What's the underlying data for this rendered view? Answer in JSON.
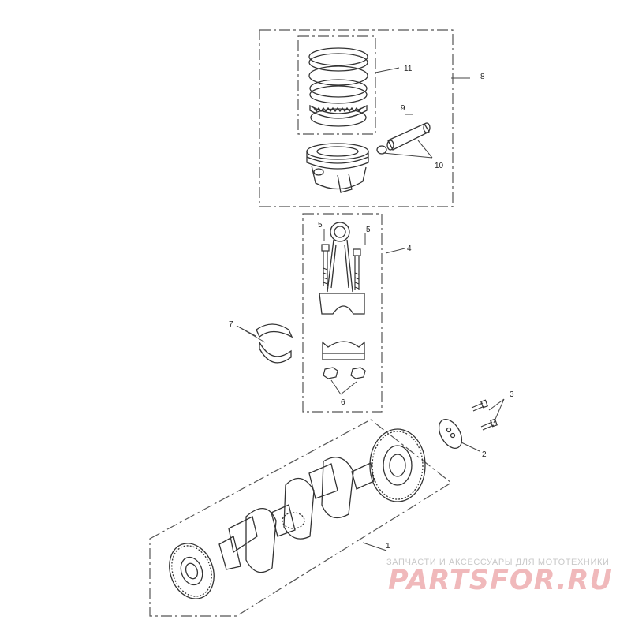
{
  "callouts": {
    "c1": "1",
    "c2": "2",
    "c3": "3",
    "c4": "4",
    "c5a": "5",
    "c5b": "5",
    "c6": "6",
    "c7": "7",
    "c8": "8",
    "c9": "9",
    "c10": "10",
    "c11": "11"
  },
  "watermark": {
    "tagline": "ЗАПЧАСТИ И АКСЕССУАРЫ ДЛЯ МОТОТЕХНИКИ",
    "logo": "PARTSFOR.RU"
  },
  "colors": {
    "line": "#333333",
    "frame": "#555555",
    "watermark": "#f0b9bb"
  }
}
